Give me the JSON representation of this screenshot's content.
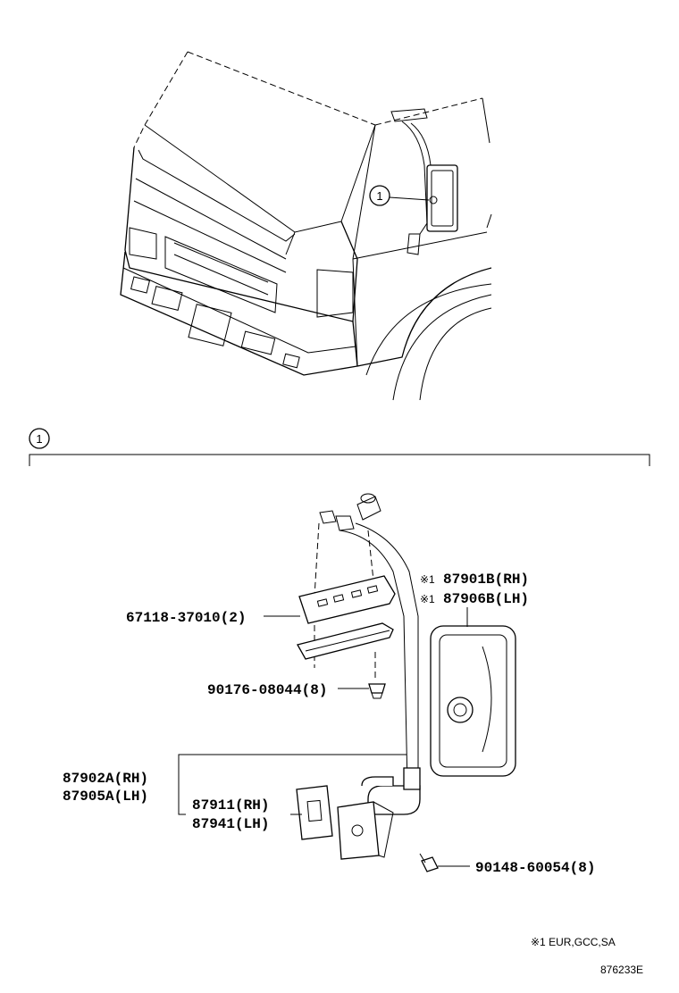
{
  "callout": {
    "number": "1"
  },
  "parts": {
    "bracket": "67118-37010(2)",
    "clip": "90176-08044(8)",
    "stay_rh": "87902A(RH)",
    "stay_lh": "87905A(LH)",
    "gasket_rh": "87911(RH)",
    "gasket_lh": "87941(LH)",
    "screw": "90148-60054(8)",
    "mirror_rh": "87901B(RH)",
    "mirror_lh": "87906B(LH)",
    "mirror_note_mark": "※1"
  },
  "footnote": {
    "note": "※1 EUR,GCC,SA",
    "drawing_code": "876233E"
  }
}
